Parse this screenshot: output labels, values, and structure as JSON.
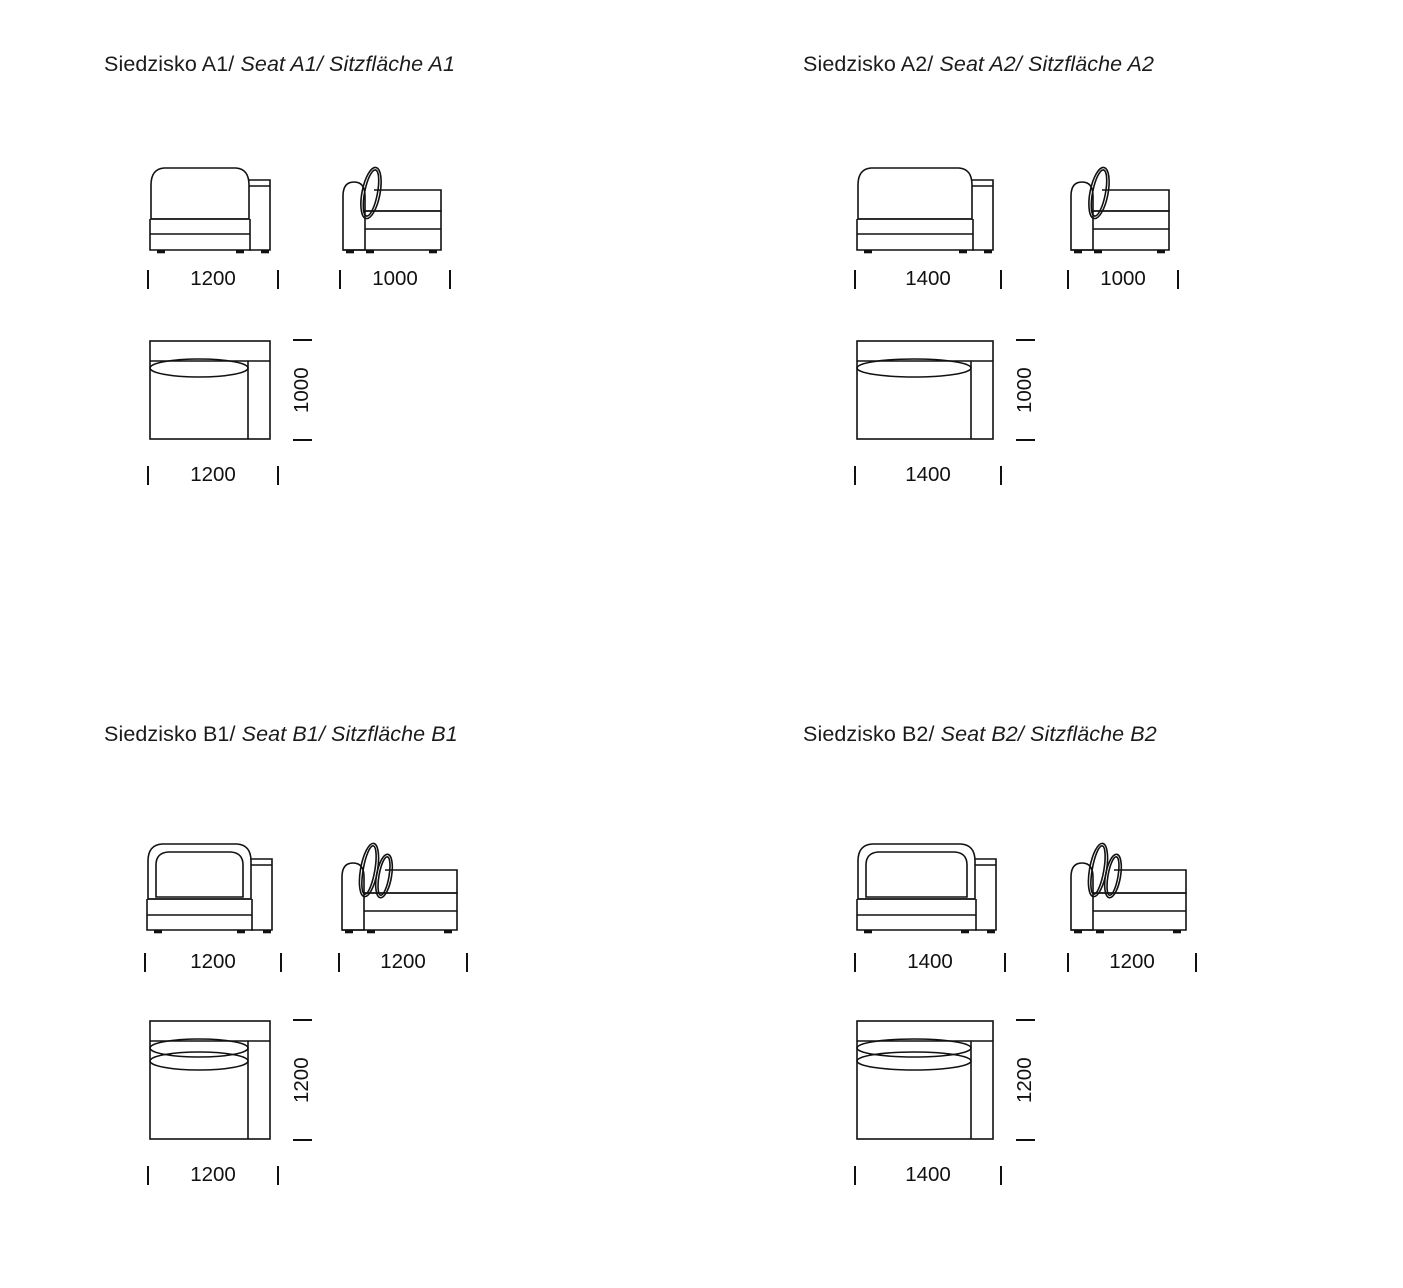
{
  "page": {
    "background": "#ffffff",
    "line_color": "#111111"
  },
  "panels": [
    {
      "id": "a1",
      "title": {
        "pl": "Siedzisko A1/",
        "en": "Seat A1/",
        "de": "Sitzfläche A1"
      },
      "front": {
        "dim_label": "1200"
      },
      "side": {
        "dim_label": "1000"
      },
      "plan": {
        "width_label": "1200",
        "depth_label": "1000"
      },
      "cushion_count": 1,
      "back_panel": false
    },
    {
      "id": "a2",
      "title": {
        "pl": "Siedzisko A2/",
        "en": "Seat A2/",
        "de": "Sitzfläche A2"
      },
      "front": {
        "dim_label": "1400"
      },
      "side": {
        "dim_label": "1000"
      },
      "plan": {
        "width_label": "1400",
        "depth_label": "1000"
      },
      "cushion_count": 1,
      "back_panel": false
    },
    {
      "id": "b1",
      "title": {
        "pl": "Siedzisko B1/",
        "en": "Seat B1/",
        "de": "Sitzfläche B1"
      },
      "front": {
        "dim_label": "1200"
      },
      "side": {
        "dim_label": "1200"
      },
      "plan": {
        "width_label": "1200",
        "depth_label": "1200"
      },
      "cushion_count": 2,
      "back_panel": true
    },
    {
      "id": "b2",
      "title": {
        "pl": "Siedzisko B2/",
        "en": "Seat B2/",
        "de": "Sitzfläche B2"
      },
      "front": {
        "dim_label": "1400"
      },
      "side": {
        "dim_label": "1200"
      },
      "plan": {
        "width_label": "1400",
        "depth_label": "1200"
      },
      "cushion_count": 2,
      "back_panel": true
    }
  ]
}
